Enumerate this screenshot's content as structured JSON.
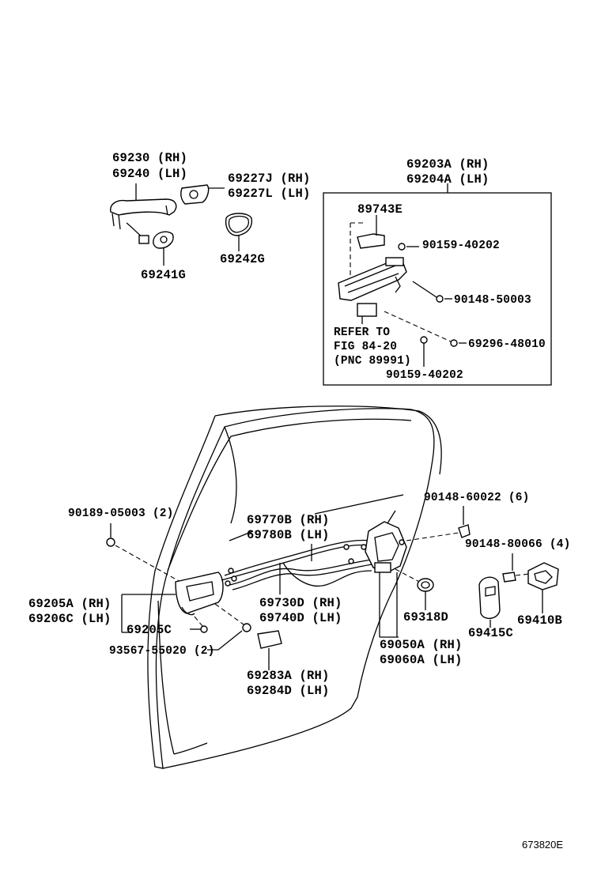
{
  "labels": {
    "handle_rh": "69230 (RH)",
    "handle_lh": "69240 (LH)",
    "handle_pad": "69241G",
    "cover_rh": "69227J (RH)",
    "cover_lh": "69227L (LH)",
    "pad_g": "69242G",
    "frame_rh": "69203A (RH)",
    "frame_lh": "69204A (LH)",
    "sensor": "89743E",
    "bolt_a": "90159-40202",
    "bolt_b": "90148-50003",
    "refer_1": "REFER TO",
    "refer_2": "FIG 84-20",
    "refer_3": "(PNC 89991)",
    "bolt_c": "69296-48010",
    "bolt_d": "90159-40202",
    "screw_top": "90148-60022 (6)",
    "clip": "90189-05003 (2)",
    "cable_rh": "69770B (RH)",
    "cable_lh": "69780B (LH)",
    "striker_screw": "90148-80066 (4)",
    "inner_rh": "69205A (RH)",
    "inner_lh": "69206C (LH)",
    "cable2_rh": "69730D (RH)",
    "cable2_lh": "69740D (LH)",
    "grommet": "69318D",
    "shim": "69415C",
    "striker": "69410B",
    "bezel": "69205C",
    "lock_rh": "69050A (RH)",
    "lock_lh": "69060A (LH)",
    "screw_b": "93567-55020 (2)",
    "cover2_rh": "69283A (RH)",
    "cover2_lh": "69284D (LH)",
    "figure_no": "673820E"
  }
}
